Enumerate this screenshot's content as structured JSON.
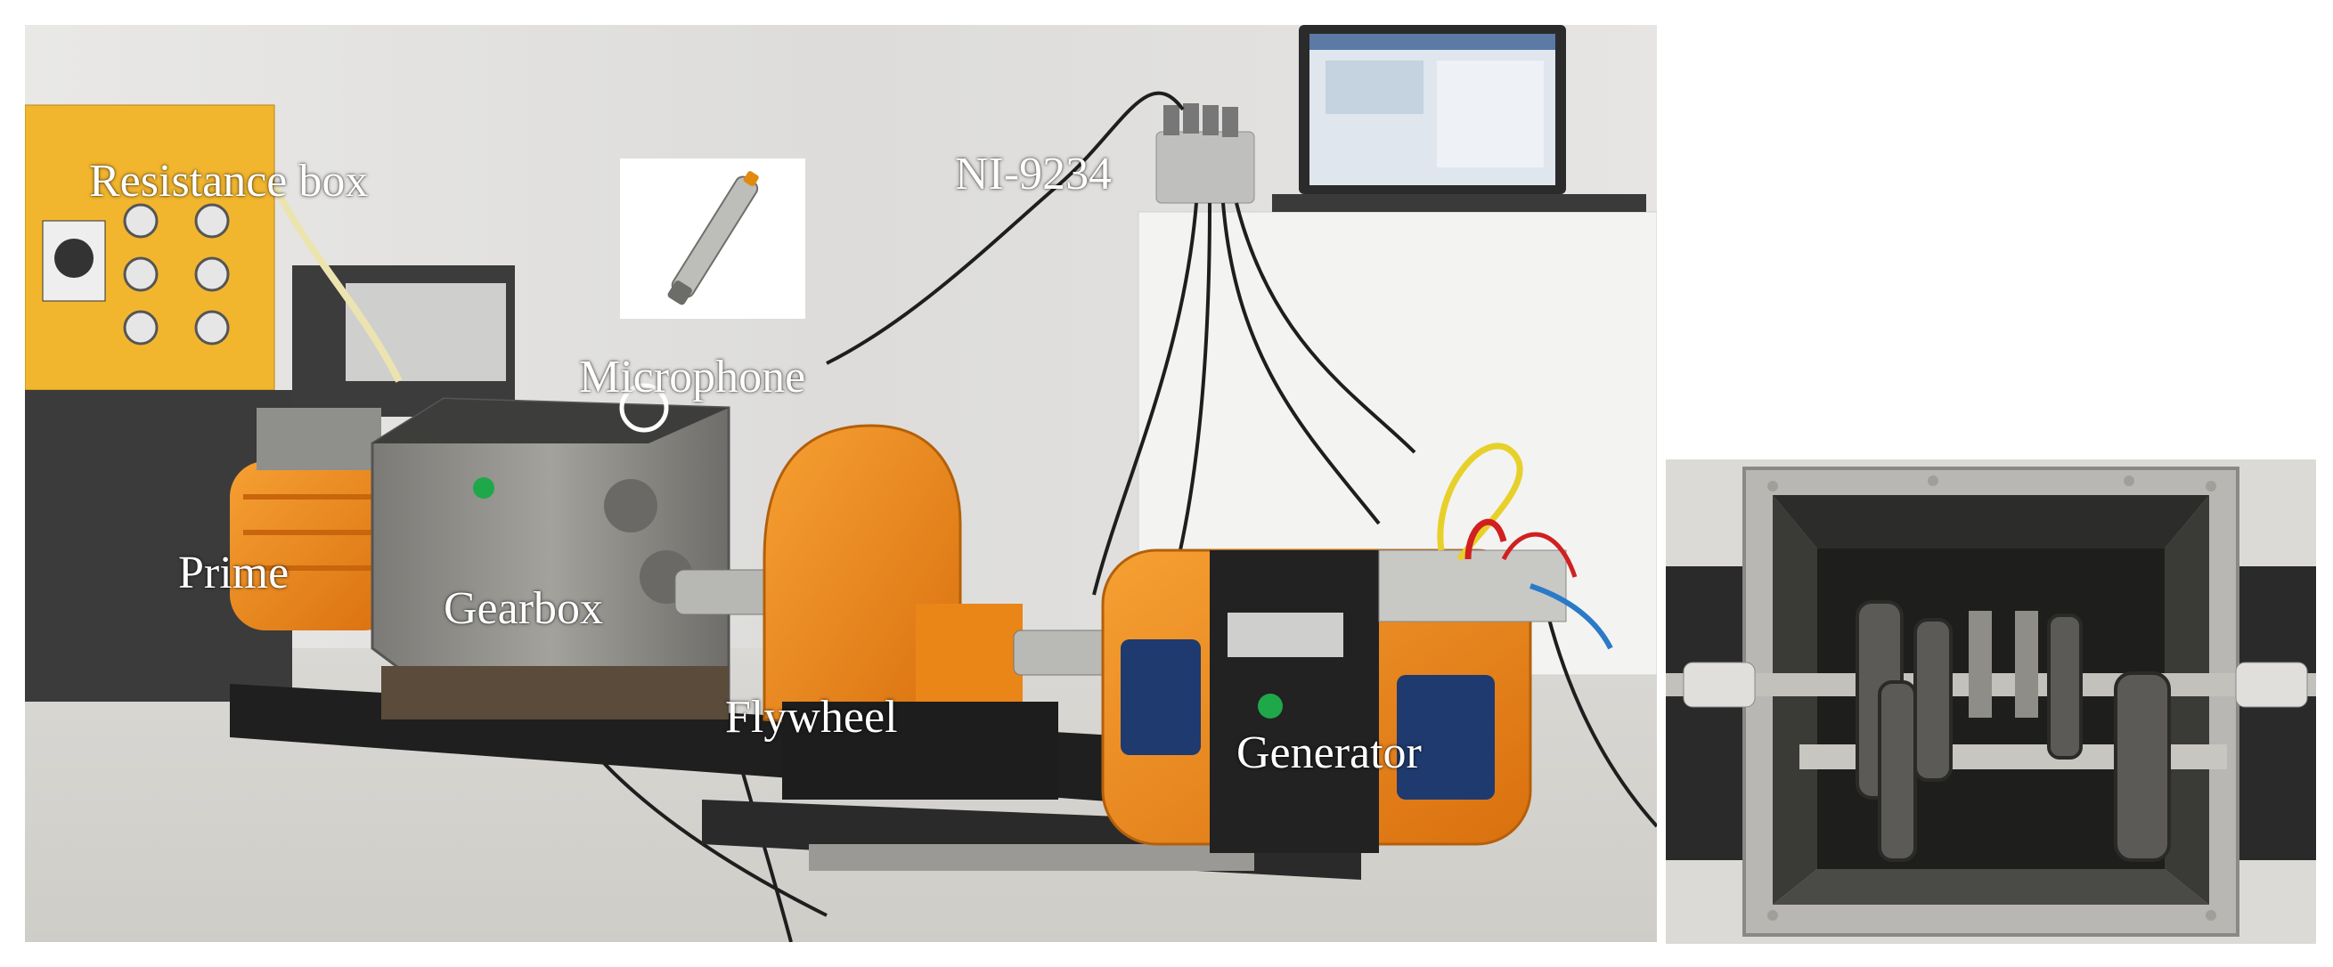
{
  "figure": {
    "labels": {
      "resistance_box": "Resistance box",
      "ni_module": "NI-9234",
      "microphone": "Microphone",
      "prime": "Prime",
      "gearbox": "Gearbox",
      "flywheel": "Flywheel",
      "generator": "Generator"
    },
    "colors": {
      "machine_orange": "#f08a1c",
      "resistance_box_yellow": "#f2b62e",
      "steel_grey": "#8a8a86",
      "base_black": "#1c1c1c",
      "wall": "#e2e2e0",
      "floor": "#d8d7d3",
      "label_text": "#ffffff"
    },
    "panels": [
      "main-test-rig-photo",
      "gearbox-interior-inset-photo"
    ]
  }
}
